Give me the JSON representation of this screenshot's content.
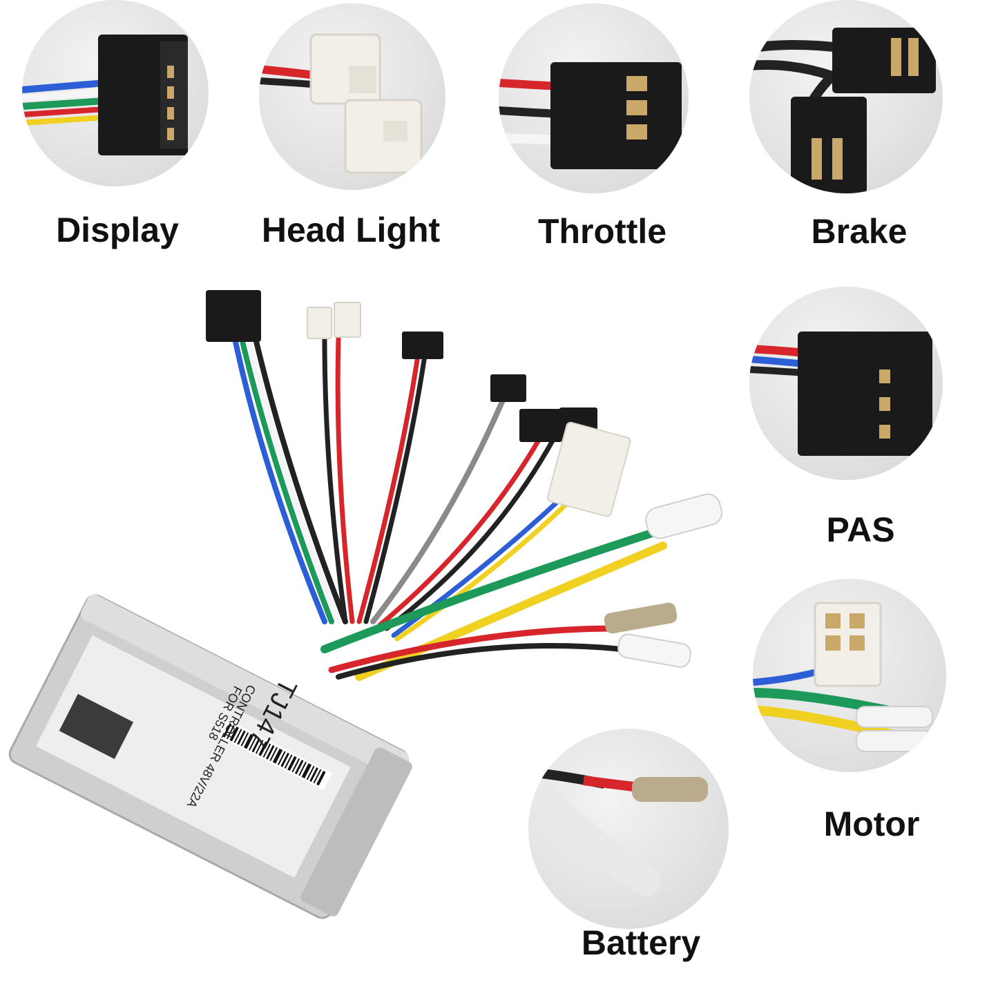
{
  "connectors": {
    "display": "Display",
    "head_light": "Head Light",
    "throttle": "Throttle",
    "brake": "Brake",
    "pas": "PAS",
    "motor": "Motor",
    "battery": "Battery"
  },
  "controller": {
    "model": "TJ147",
    "line1": "CONTROLLER 48V/22A",
    "line2": "FOR S518"
  },
  "colors": {
    "connector_black": "#1a1a1a",
    "connector_white": "#f2efe8",
    "housing": "#cfcfcf",
    "wire_red": "#d6262c",
    "wire_blue": "#2c5fd6",
    "wire_green": "#1d9a5a",
    "wire_yellow": "#f0d020",
    "wire_white": "#f5f5f5",
    "wire_gray": "#8a8a8a",
    "wire_black": "#222222"
  }
}
